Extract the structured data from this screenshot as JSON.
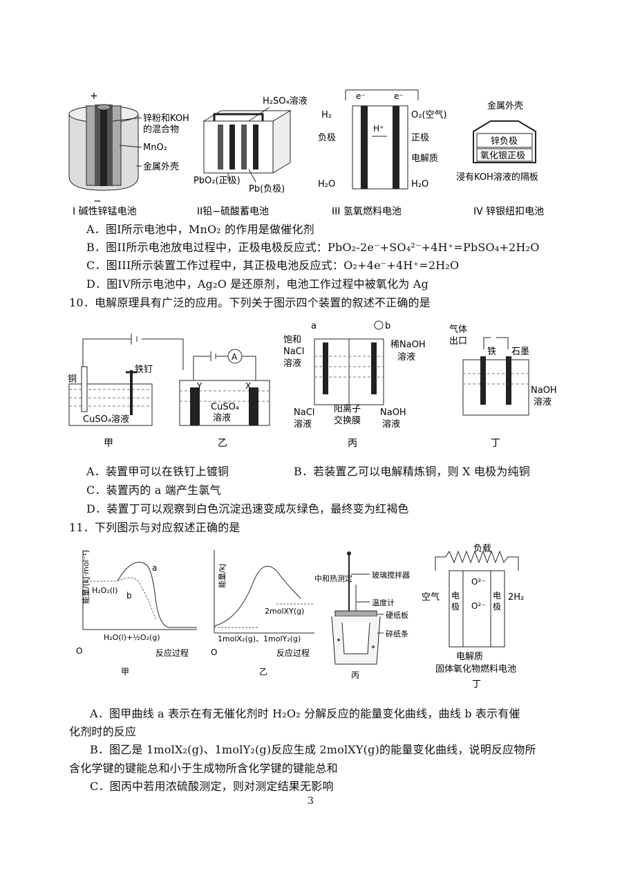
{
  "fig9": {
    "cell1": {
      "plus": "+",
      "minus": "−",
      "label1": "锌粉和KOH",
      "label2": "的混合物",
      "label3": "MnO₂",
      "label4": "金属外壳",
      "caption": "I 碱性锌锰电池"
    },
    "cell2": {
      "top": "H₂SO₄溶液",
      "pbo2": "PbO₂(正极)",
      "pb": "Pb(负极)",
      "caption": "II铅−硫酸蓄电池"
    },
    "cell3": {
      "e1": "e⁻",
      "e2": "e⁻",
      "h2": "H₂",
      "o2": "O₂(空气)",
      "hplus": "H⁺",
      "neg": "负极",
      "pos": "正极",
      "elec": "电解质",
      "h2o1": "H₂O",
      "h2o2": "H₂O",
      "caption": "III  氢氧燃料电池"
    },
    "cell4": {
      "shell": "金属外壳",
      "zn": "锌负极",
      "ag": "氧化银正极",
      "sep": "浸有KOH溶液的隔板",
      "caption": "IV 锌银纽扣电池"
    }
  },
  "q9_options": [
    "A．图I所示电池中，MnO₂ 的作用是做催化剂",
    "B．图II所示电池放电过程中，正极电极反应式：PbO₂-2e⁻+SO₄²⁻+4H⁺=PbSO₄+2H₂O",
    "C．图III所示装置工作过程中，其正极电池反应式：O₂+4e⁻+4H⁺=2H₂O",
    "D．图IV所示电池中，Ag₂O 是还原剂，电池工作过程中被氧化为 Ag"
  ],
  "q10": {
    "stem": "10．电解原理具有广泛的应用。下列关于图示四个装置的叙述不正确的是",
    "jia": {
      "cu": "铜",
      "fe": "铁钉",
      "sol": "CuSO₄溶液",
      "caption": "甲"
    },
    "yi": {
      "a": "A",
      "y": "Y",
      "x": "X",
      "sol1": "CuSO₄",
      "sol2": "溶液",
      "caption": "乙"
    },
    "bing": {
      "a": "a",
      "b": "b",
      "l1": "饱和",
      "l2": "NaCl",
      "l3": "溶液",
      "r1": "稀NaOH",
      "r2": "溶液",
      "bl1": "NaCl",
      "bl2": "溶液",
      "mem1": "阳离子",
      "mem2": "交换膜",
      "br1": "NaOH",
      "br2": "溶液",
      "caption": "丙"
    },
    "ding": {
      "gas1": "气体",
      "gas2": "出口",
      "fe": "铁",
      "c": "石墨",
      "sol1": "NaOH",
      "sol2": "溶液",
      "caption": "丁"
    },
    "options": [
      "A．装置甲可以在铁钉上镀铜",
      "B．若装置乙可以电解精炼铜，则 X 电极为纯铜",
      "C．装置丙的 a 端产生氯气",
      "D．装置丁可以观察到白色沉淀迅速变成灰绿色，最终变为红褐色"
    ]
  },
  "q11": {
    "stem": "11．下列图示与对应叙述正确的是",
    "jia": {
      "ylabel": "能量/(kJ·mol⁻¹)",
      "a": "a",
      "b": "b",
      "h2o2": "H₂O₂(l)",
      "prod": "H₂O(l)+½O₂(g)",
      "o": "O",
      "xlabel": "反应过程",
      "caption": "甲"
    },
    "yi": {
      "ylabel": "能量/kJ",
      "prod": "2molXY(g)",
      "react": "1molX₂(g)、1molY₂(g)",
      "o": "O",
      "xlabel": "反应过程",
      "caption": "乙"
    },
    "bing": {
      "title": "中和热测定",
      "stir": "玻璃搅拌器",
      "therm": "温度计",
      "board": "硬纸板",
      "paper": "碎纸条",
      "caption": "丙"
    },
    "ding": {
      "load": "负载",
      "o2a": "O²⁻",
      "o2b": "O²⁻",
      "air": "空气",
      "h2": "2H₂",
      "e1": "电",
      "e2": "极",
      "e3": "电",
      "e4": "极",
      "elec": "电解质",
      "cap": "固体氧化物燃料电池",
      "caption": "丁"
    },
    "options": [
      "A．图甲曲线 a 表示在有无催化剂时 H₂O₂ 分解反应的能量变化曲线，曲线 b 表示有催",
      "化剂时的反应",
      "B．图乙是 1molX₂(g)、1molY₂(g)反应生成 2molXY(g)的能量变化曲线，说明反应物所",
      "含化学键的键能总和小于生成物所含化学键的键能总和",
      "C．图丙中若用浓硫酸测定，则对测定结果无影响"
    ]
  },
  "page_number": "3"
}
